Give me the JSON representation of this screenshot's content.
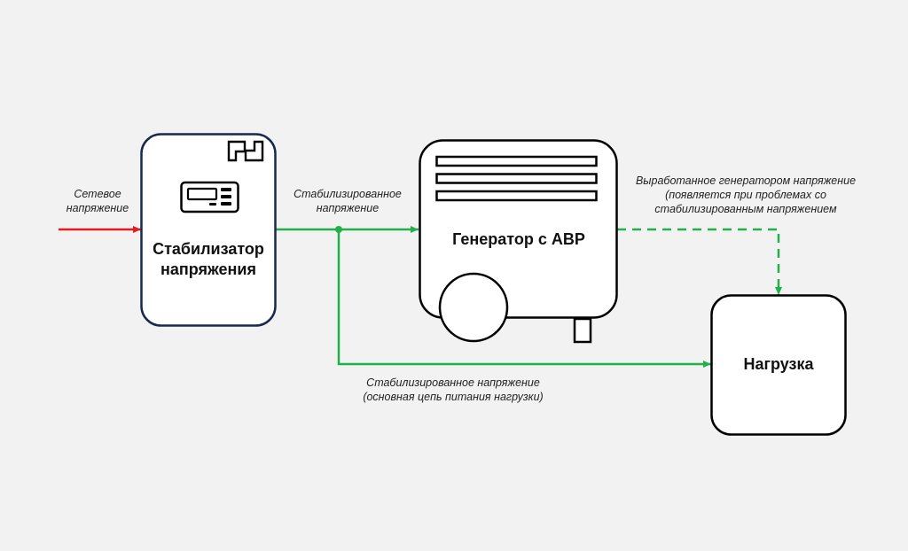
{
  "colors": {
    "background": "#f2f2f2",
    "mains_line": "#e11d22",
    "stabilized_line": "#22b04b",
    "stabilizer_border": "#17294d",
    "outline": "#000000"
  },
  "icons": {
    "stabilizer_logo": "stabilizer-logo-icon",
    "stabilizer_display": "display-panel-icon",
    "generator": "generator-icon"
  },
  "labels": {
    "mains": {
      "line1": "Сетевое",
      "line2": "напряжение"
    },
    "stabilized": {
      "line1": "Стабилизированное",
      "line2": "напряжение"
    },
    "generated": {
      "line1": "Выработанное генератором напряжение",
      "line2": "(появляется при проблемах со",
      "line3": "стабилизированным напряжением"
    },
    "main_circuit": {
      "line1": "Стабилизированное напряжение",
      "line2": "(основная цепь питания нагрузки)"
    }
  },
  "nodes": {
    "stabilizer": {
      "line1": "Стабилизатор",
      "line2": "напряжения"
    },
    "generator": {
      "title": "Генератор с АВР"
    },
    "load": {
      "title": "Нагрузка"
    }
  }
}
